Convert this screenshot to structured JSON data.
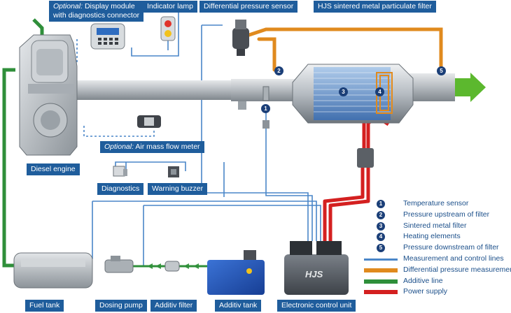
{
  "labels": {
    "display_module_optional": "Optional:",
    "display_module_text_1": " Display module",
    "display_module_text_2": "with diagnostics connector",
    "indicator_lamp": "Indicator lamp",
    "differential_pressure_sensor": "Differential pressure sensor",
    "particulate_filter": "HJS sintered metal particulate filter",
    "air_mass_optional": "Optional:",
    "air_mass_text": " Air mass flow meter",
    "diesel_engine": "Diesel engine",
    "diagnostics": "Diagnostics",
    "warning_buzzer": "Warning buzzer",
    "fuel_tank": "Fuel tank",
    "dosing_pump": "Dosing pump",
    "additiv_filter": "Additiv filter",
    "additiv_tank": "Additiv tank",
    "electronic_control_unit": "Electronic control unit"
  },
  "markers": [
    "1",
    "2",
    "3",
    "4",
    "5"
  ],
  "ecu_logo": "HJS",
  "legend": {
    "numbered": [
      {
        "num": "1",
        "text": "Temperature sensor"
      },
      {
        "num": "2",
        "text": "Pressure upstream of filter"
      },
      {
        "num": "3",
        "text": "Sintered metal filter"
      },
      {
        "num": "4",
        "text": "Heating elements"
      },
      {
        "num": "5",
        "text": "Pressure downstream of filter"
      }
    ],
    "lines": [
      {
        "color": "#4a86c8",
        "text": "Measurement and control lines"
      },
      {
        "color": "#e08a1e",
        "text": "Differential pressure measurement"
      },
      {
        "color": "#2f8f3a",
        "text": "Additive line"
      },
      {
        "color": "#d42020",
        "text": "Power supply"
      }
    ]
  },
  "colors": {
    "label_bg": "#1f5d9c",
    "measurement": "#4a86c8",
    "pressure": "#e08a1e",
    "additive": "#2f8f3a",
    "power": "#d42020",
    "marker": "#1b3f78",
    "flow_arrow": "#5cb82e"
  }
}
